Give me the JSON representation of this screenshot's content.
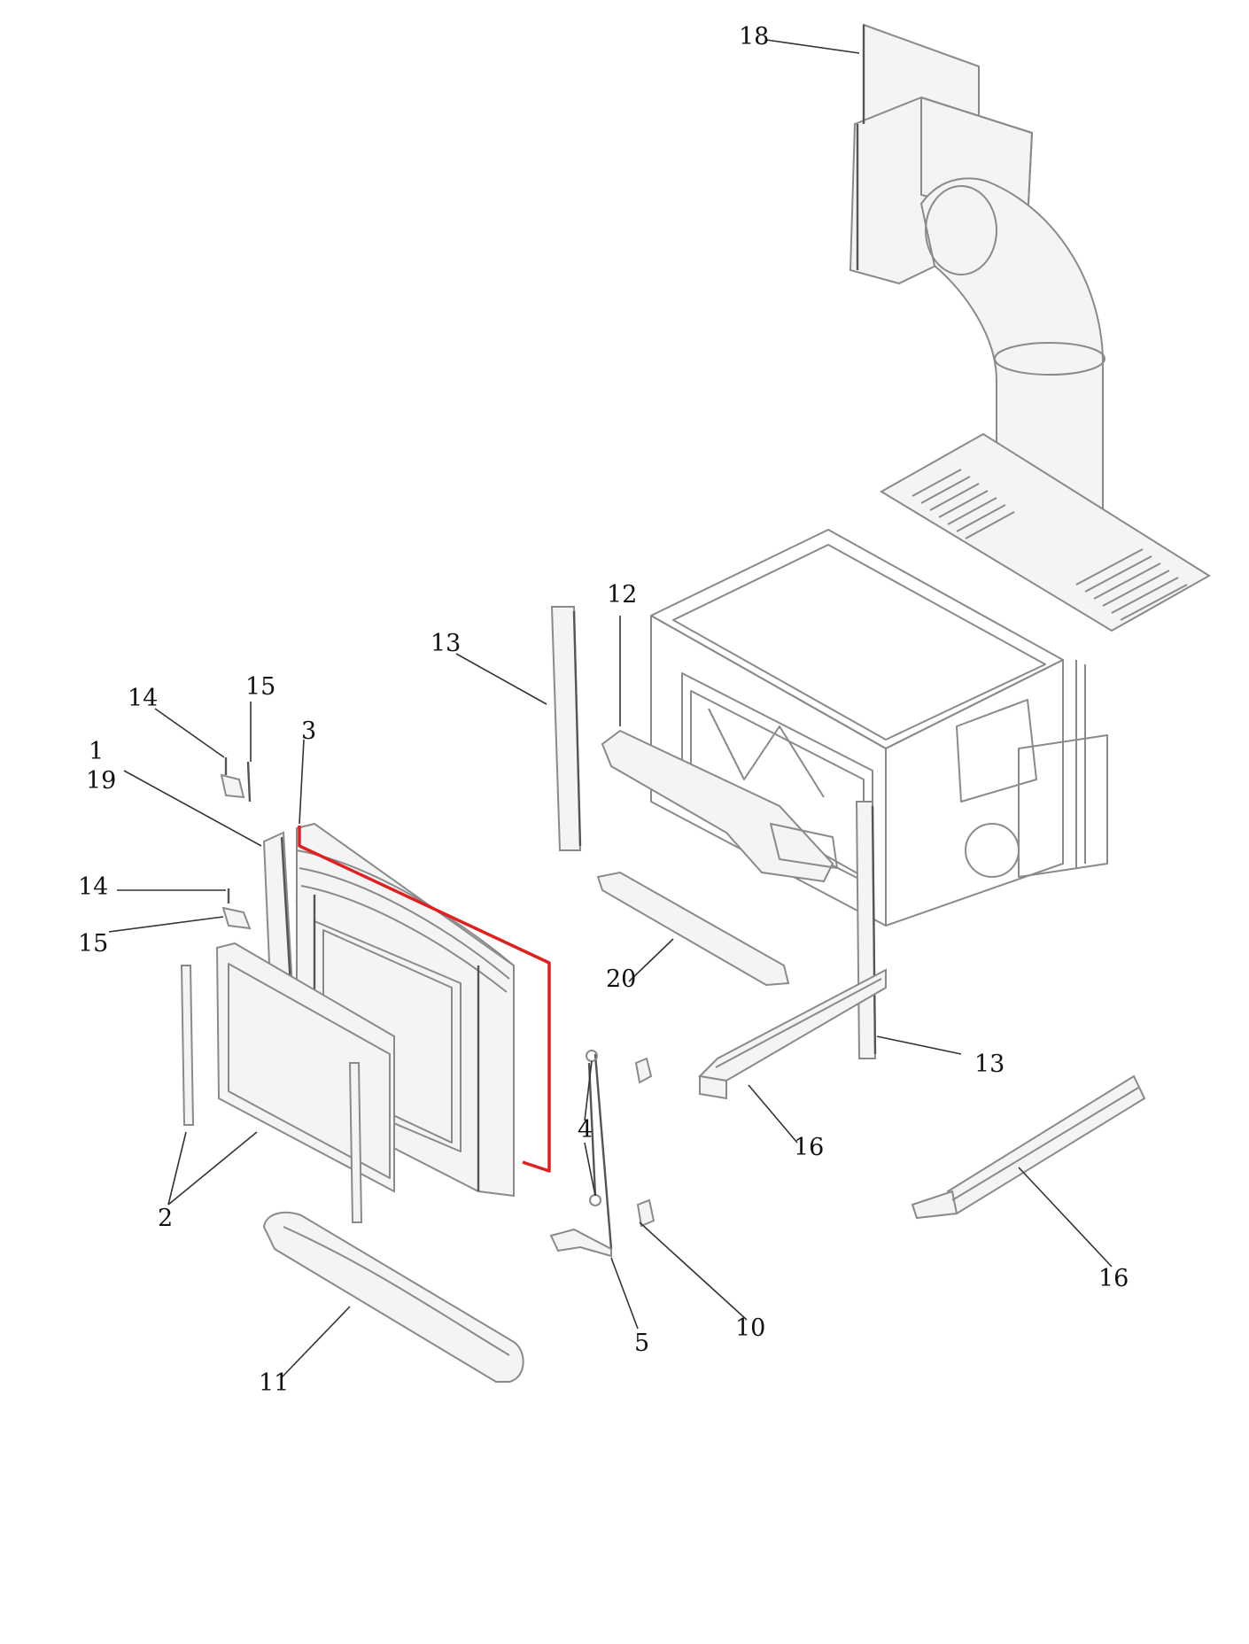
{
  "diagram": {
    "highlight_color": "#e02020",
    "line_color": "#8a8a8a",
    "callouts": {
      "c18": "18",
      "c13a": "13",
      "c12": "12",
      "c14a": "14",
      "c15a": "15",
      "c3": "3",
      "c1": "1",
      "c19": "19",
      "c14b": "14",
      "c15b": "15",
      "c20": "20",
      "c13b": "13",
      "c4": "4",
      "c16a": "16",
      "c2": "2",
      "c16b": "16",
      "c5": "5",
      "c10": "10",
      "c11": "11"
    }
  }
}
